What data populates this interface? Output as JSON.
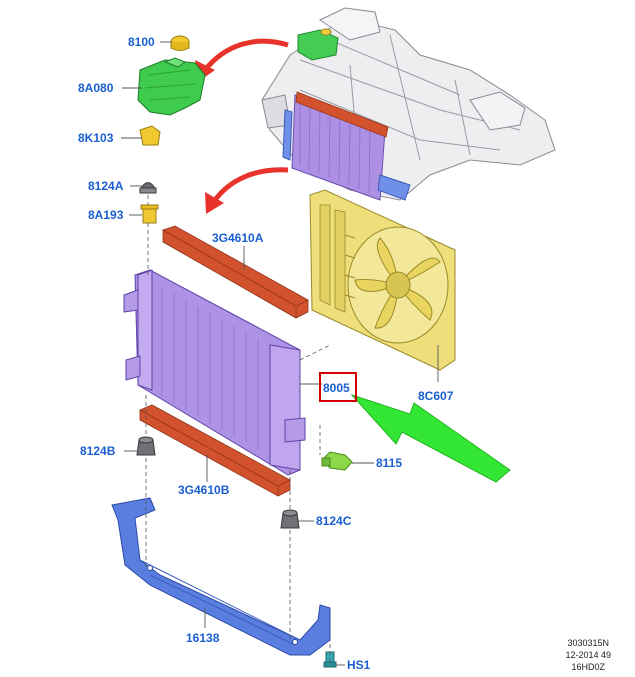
{
  "callouts": {
    "part_8100": "8100",
    "part_8a080": "8A080",
    "part_8k103": "8K103",
    "part_8124a": "8124A",
    "part_8a193": "8A193",
    "part_3g4610a": "3G4610A",
    "part_8005": "8005",
    "part_8c607": "8C607",
    "part_8124b": "8124B",
    "part_8115": "8115",
    "part_3g4610b": "3G4610B",
    "part_8124c": "8124C",
    "part_16138": "16138",
    "part_hs1": "HS1"
  },
  "footer": {
    "line1": "3030315N",
    "line2": "12-2014 49",
    "line3": "16HD0Z"
  },
  "colors": {
    "label_blue": "#1a5fd0",
    "leader": "#555555",
    "arrow_red": "#e8332a",
    "arrow_green": "#33e633",
    "highlight_box": "#d40000",
    "radiator_purple": "#a98de0",
    "shroud_yellow": "#eedf7a",
    "seal_orange": "#d2522e",
    "support_blue": "#5a7ee0",
    "tank_green": "#39c64a",
    "subframe_gray": "#e9e9ec"
  }
}
